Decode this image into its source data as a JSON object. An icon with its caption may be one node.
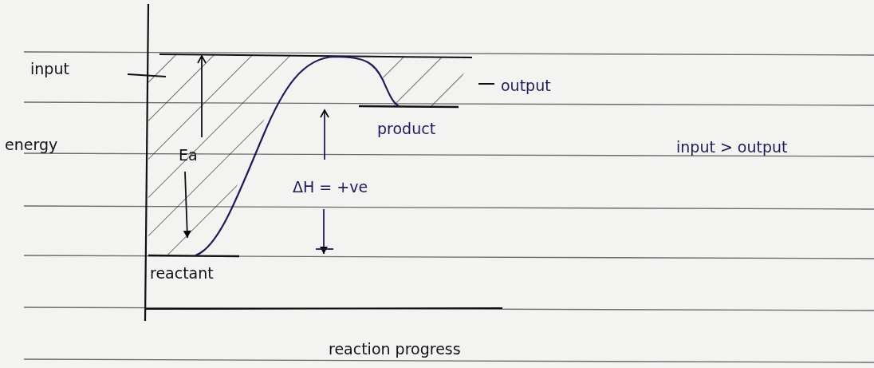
{
  "diagram": {
    "labels": [
      "input",
      "output",
      "product",
      "energy",
      "Ea",
      "input > output",
      "ΔH = +ve",
      "reactant",
      "reaction progress"
    ]
  }
}
